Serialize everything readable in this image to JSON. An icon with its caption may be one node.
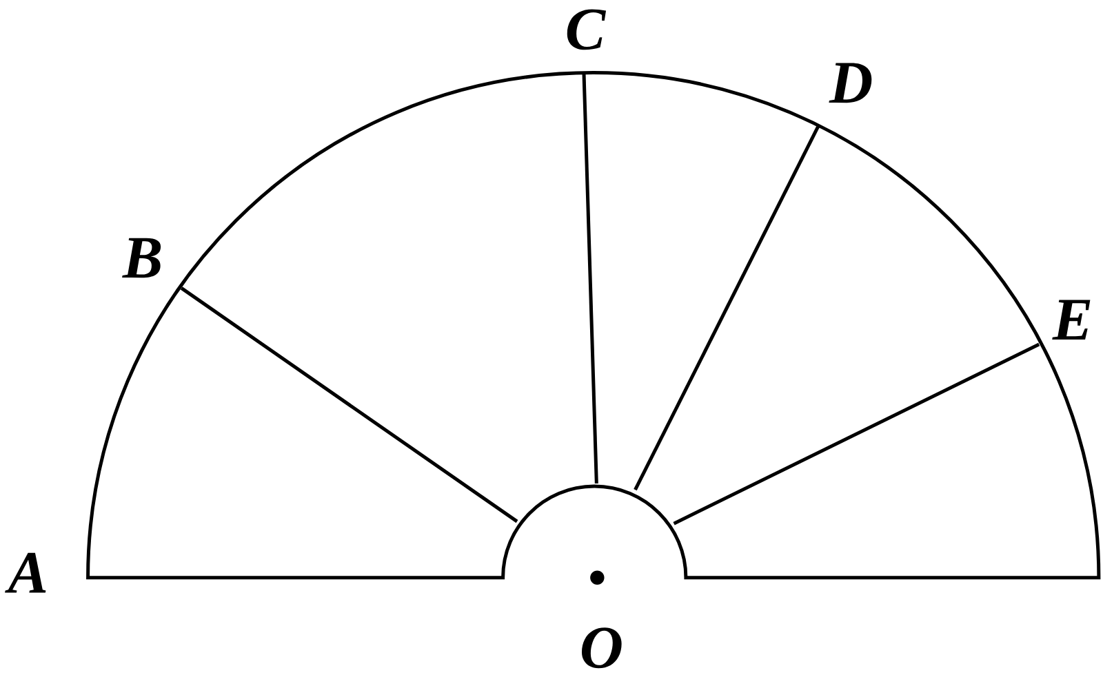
{
  "diagram": {
    "labels": [
      "C",
      "D",
      "B",
      "E",
      "A",
      "O"
    ]
  }
}
